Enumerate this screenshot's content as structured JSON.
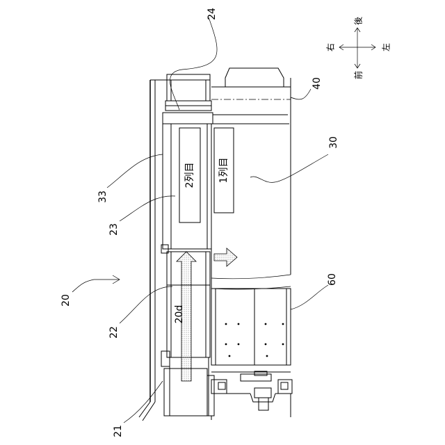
{
  "labels": {
    "l20": "20",
    "l21": "21",
    "l22": "22",
    "l23": "23",
    "l24": "24",
    "l30": "30",
    "l33": "33",
    "l40": "40",
    "l60": "60",
    "l20d": "20d",
    "row1": "1列目",
    "row2": "2列目"
  },
  "directions": {
    "back": "後",
    "front": "前",
    "right": "右",
    "left": "左"
  }
}
